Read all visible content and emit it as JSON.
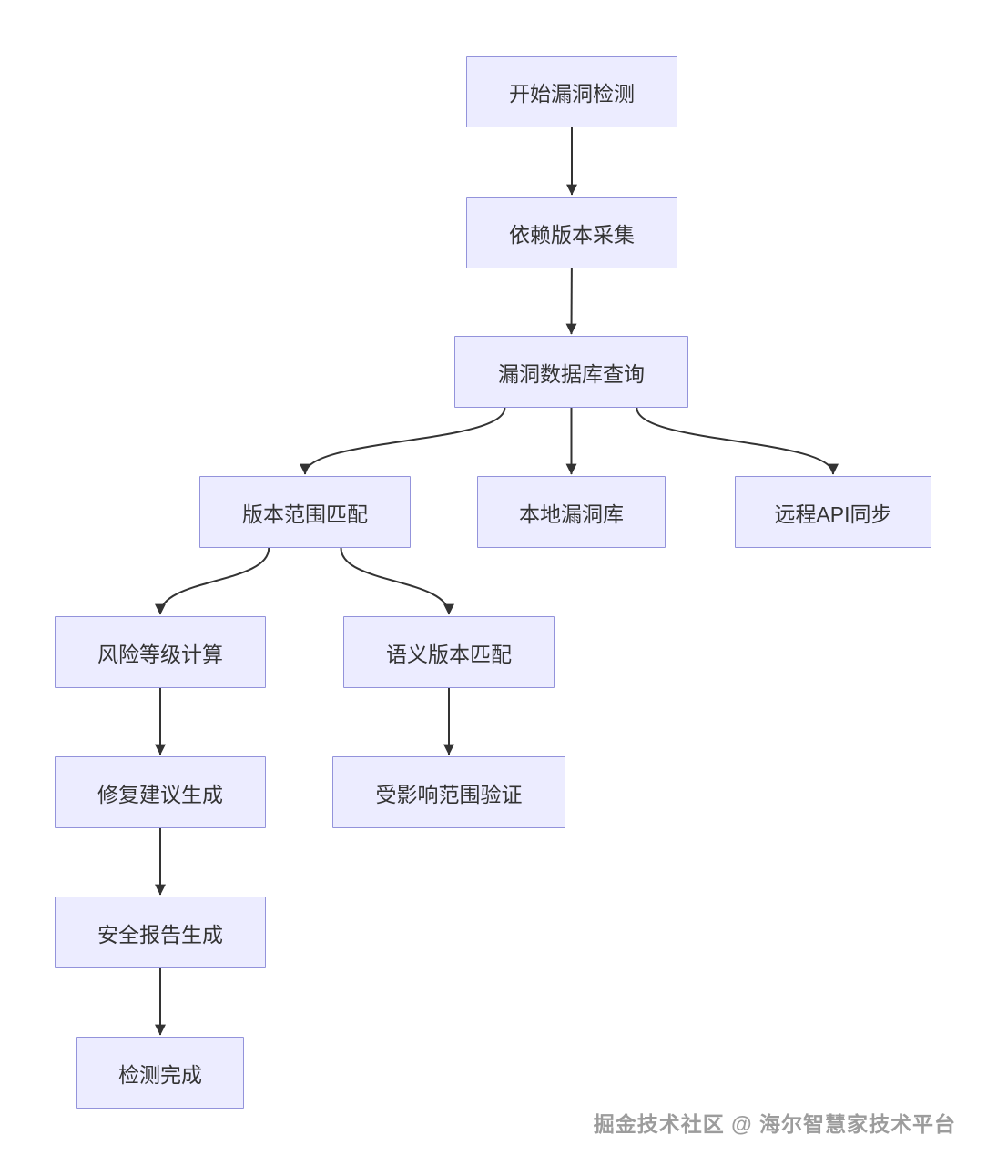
{
  "diagram": {
    "type": "flowchart",
    "nodes": [
      {
        "id": "start",
        "label": "开始漏洞检测"
      },
      {
        "id": "collect",
        "label": "依赖版本采集"
      },
      {
        "id": "query",
        "label": "漏洞数据库查询"
      },
      {
        "id": "range",
        "label": "版本范围匹配"
      },
      {
        "id": "localdb",
        "label": "本地漏洞库"
      },
      {
        "id": "remote",
        "label": "远程API同步"
      },
      {
        "id": "risk",
        "label": "风险等级计算"
      },
      {
        "id": "semver",
        "label": "语义版本匹配"
      },
      {
        "id": "fix",
        "label": "修复建议生成"
      },
      {
        "id": "affected",
        "label": "受影响范围验证"
      },
      {
        "id": "report",
        "label": "安全报告生成"
      },
      {
        "id": "done",
        "label": "检测完成"
      }
    ],
    "edges": [
      {
        "from": "start",
        "to": "collect"
      },
      {
        "from": "collect",
        "to": "query"
      },
      {
        "from": "query",
        "to": "range"
      },
      {
        "from": "query",
        "to": "localdb"
      },
      {
        "from": "query",
        "to": "remote"
      },
      {
        "from": "range",
        "to": "risk"
      },
      {
        "from": "range",
        "to": "semver"
      },
      {
        "from": "risk",
        "to": "fix"
      },
      {
        "from": "semver",
        "to": "affected"
      },
      {
        "from": "fix",
        "to": "report"
      },
      {
        "from": "report",
        "to": "done"
      }
    ],
    "colors": {
      "background": "#ffffff",
      "node_fill": "#ECECFF",
      "node_border": "#9393DB",
      "node_text": "#333333",
      "edge": "#333333",
      "watermark": "#9c9c9c"
    }
  },
  "watermark": "掘金技术社区 @ 海尔智慧家技术平台"
}
